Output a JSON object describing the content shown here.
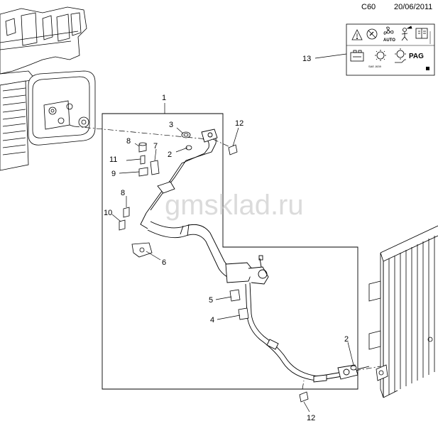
{
  "header": {
    "code": "C60",
    "date": "20/06/2011"
  },
  "watermark": "gmsklad.ru",
  "callouts": [
    {
      "id": "c1",
      "label": "1"
    },
    {
      "id": "c2a",
      "label": "2"
    },
    {
      "id": "c2b",
      "label": "2"
    },
    {
      "id": "c3",
      "label": "3"
    },
    {
      "id": "c4",
      "label": "4"
    },
    {
      "id": "c5",
      "label": "5"
    },
    {
      "id": "c6",
      "label": "6"
    },
    {
      "id": "c7",
      "label": "7"
    },
    {
      "id": "c8a",
      "label": "8"
    },
    {
      "id": "c8b",
      "label": "8"
    },
    {
      "id": "c9",
      "label": "9"
    },
    {
      "id": "c10",
      "label": "10"
    },
    {
      "id": "c11",
      "label": "11"
    },
    {
      "id": "c12a",
      "label": "12"
    },
    {
      "id": "c12b",
      "label": "12"
    },
    {
      "id": "c13",
      "label": "13"
    }
  ],
  "warning_label": {
    "icons": [
      "warning-triangle-icon",
      "no-service-icon",
      "fan-auto-icon",
      "mechanic-icon",
      "manual-book-icon",
      "compressor-icon",
      "refrigerant-icon",
      "oil-can-icon"
    ],
    "auto_text": "AUTO",
    "pag_text": "PAG",
    "sae_text": "SAE J639"
  },
  "colors": {
    "line": "#000000",
    "watermark": "#c9c9c9"
  }
}
